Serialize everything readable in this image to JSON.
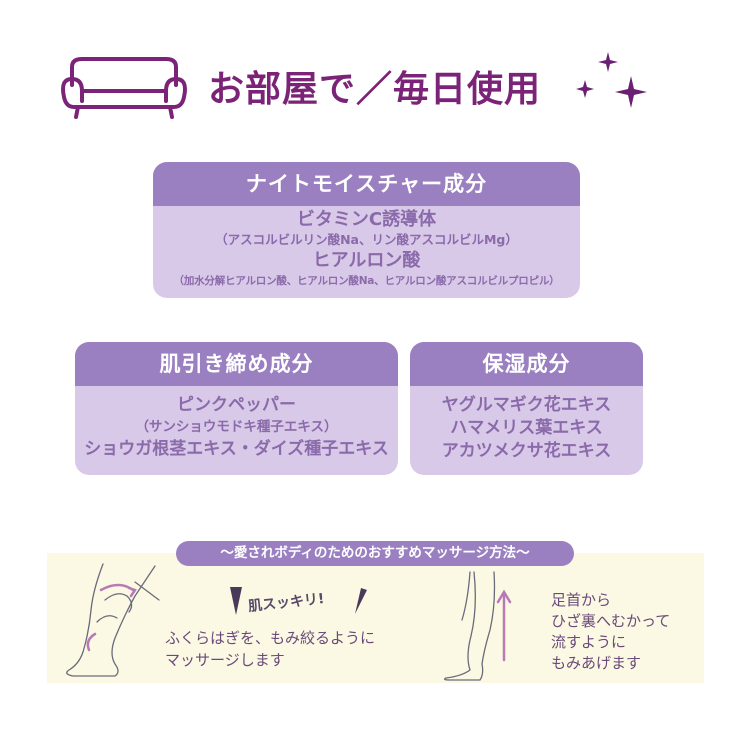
{
  "header": {
    "title": "お部屋で／毎日使用",
    "icon": "sofa-icon",
    "decoration": "sparkle-icon",
    "title_color": "#7b2377"
  },
  "colors": {
    "card_header": "#9a80c1",
    "card_body": "#d9c9e8",
    "card_text": "#8a6aaa",
    "panel_bg": "#fbf9e3"
  },
  "night_card": {
    "title": "ナイトモイスチャー成分",
    "lines": [
      "ビタミンC誘導体",
      "（アスコルビルリン酸Na、リン酸アスコルビルMg）",
      "ヒアルロン酸",
      "（加水分解ヒアルロン酸、ヒアルロン酸Na、ヒアルロン酸アスコルビルプロピル）"
    ]
  },
  "tighten_card": {
    "title": "肌引き締め成分",
    "lines": [
      "ピンクペッパー",
      "（サンショウモドキ種子エキス）",
      "ショウガ根茎エキス・ダイズ種子エキス"
    ]
  },
  "moist_card": {
    "title": "保湿成分",
    "lines": [
      "ヤグルマギク花エキス",
      "ハマメリス葉エキス",
      "アカツメクサ花エキス"
    ]
  },
  "massage": {
    "title": "～愛されボディのためのおすすめマッサージ方法～",
    "effect": "肌スッキリ!",
    "step1": [
      "ふくらはぎを、もみ絞るように",
      "マッサージします"
    ],
    "step2": [
      "足首から",
      "ひざ裏へむかって",
      "流すように",
      "もみあげます"
    ]
  }
}
